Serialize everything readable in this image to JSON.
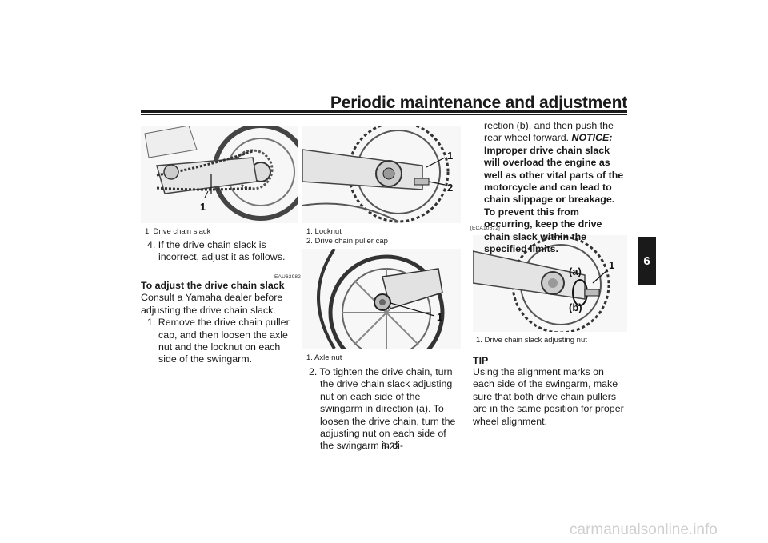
{
  "header": {
    "title": "Periodic maintenance and adjustment",
    "tab_number": "6"
  },
  "figures": {
    "fig1": {
      "caption_1": "1. Drive chain slack",
      "callout": "1"
    },
    "fig2": {
      "caption_1": "1. Locknut",
      "caption_2": "2. Drive chain puller cap",
      "callout_1": "1",
      "callout_2": "2"
    },
    "fig3": {
      "caption_1": "1. Axle nut",
      "callout": "1"
    },
    "fig4": {
      "code": "[ECA10572]",
      "caption_1": "1. Drive chain slack adjusting nut",
      "callout_a": "(a)",
      "callout_b": "(b)",
      "callout_1": "1"
    }
  },
  "col1": {
    "step4": "4. If the drive chain slack is incorrect, adjust it as follows.",
    "code": "EAU62982",
    "heading": "To adjust the drive chain slack",
    "intro": "Consult a Yamaha dealer before adjusting the drive chain slack.",
    "step1": "1. Remove the drive chain puller cap, and then loosen the axle nut and the locknut on each side of the swingarm."
  },
  "col2": {
    "step2": "2. To tighten the drive chain, turn the drive chain slack adjusting nut on each side of the swingarm in direction (a). To loosen the drive chain, turn the adjusting nut on each side of the swingarm in di-"
  },
  "col3": {
    "cont": "rection (b), and then push the rear wheel forward.",
    "notice_label": "NOTICE:",
    "notice_text": "Improper drive chain slack will overload the engine as well as other vital parts of the motorcycle and can lead to chain slippage or breakage. To prevent this from occurring, keep the drive chain slack within the specified limits.",
    "tip_label": "TIP",
    "tip_text": "Using the alignment marks on each side of the swingarm, make sure that both drive chain pullers are in the same position for proper wheel alignment."
  },
  "page_number": "6-22",
  "footer": "carmanualsonline.info"
}
